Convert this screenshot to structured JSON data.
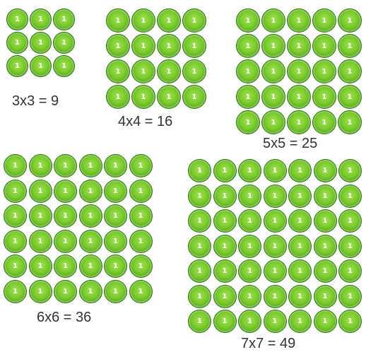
{
  "counter_text": "1",
  "counter_color": "#6cc024",
  "groups": [
    {
      "rows": 3,
      "cols": 3,
      "label": "3x3 = 9"
    },
    {
      "rows": 4,
      "cols": 4,
      "label": "4x4 = 16"
    },
    {
      "rows": 5,
      "cols": 5,
      "label": "5x5 = 25"
    },
    {
      "rows": 6,
      "cols": 6,
      "label": "6x6 = 36"
    },
    {
      "rows": 7,
      "cols": 7,
      "label": "7x7 = 49"
    }
  ]
}
